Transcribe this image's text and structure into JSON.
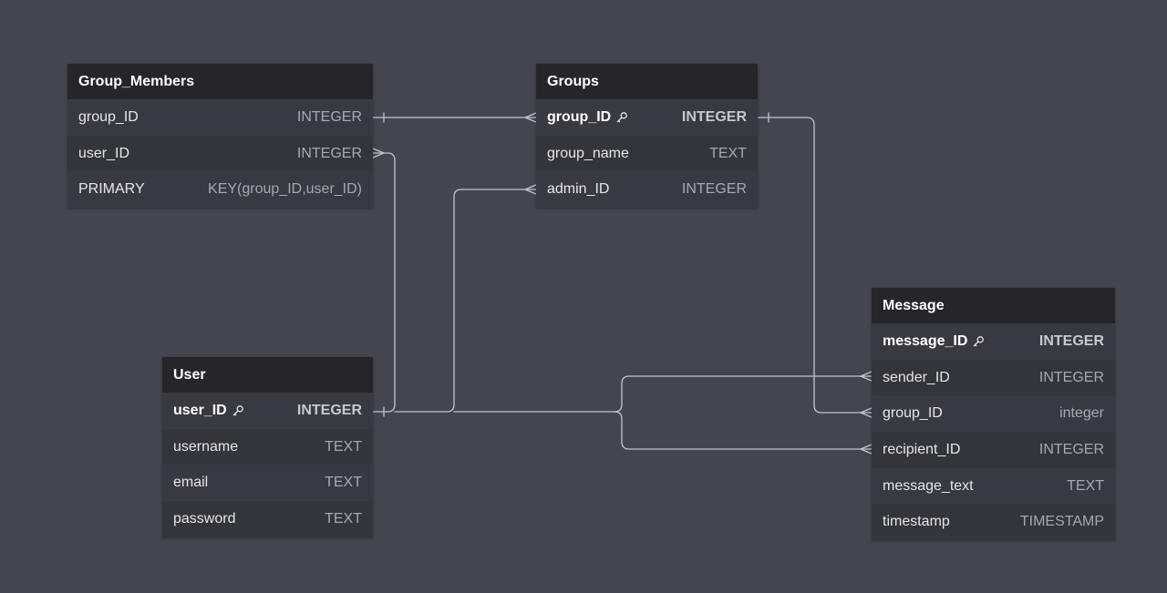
{
  "entities": {
    "group_members": {
      "title": "Group_Members",
      "fields": [
        {
          "name": "group_ID",
          "type": "INTEGER"
        },
        {
          "name": "user_ID",
          "type": "INTEGER"
        },
        {
          "name": "PRIMARY",
          "type": "KEY(group_ID,user_ID)"
        }
      ]
    },
    "groups": {
      "title": "Groups",
      "fields": [
        {
          "name": "group_ID",
          "type": "INTEGER",
          "key_icon": "key-icon"
        },
        {
          "name": "group_name",
          "type": "TEXT"
        },
        {
          "name": "admin_ID",
          "type": "INTEGER"
        }
      ]
    },
    "user": {
      "title": "User",
      "fields": [
        {
          "name": "user_ID",
          "type": "INTEGER",
          "key_icon": "key-icon"
        },
        {
          "name": "username",
          "type": "TEXT"
        },
        {
          "name": "email",
          "type": "TEXT"
        },
        {
          "name": "password",
          "type": "TEXT"
        }
      ]
    },
    "message": {
      "title": "Message",
      "fields": [
        {
          "name": "message_ID",
          "type": "INTEGER",
          "key_icon": "key-icon"
        },
        {
          "name": "sender_ID",
          "type": "INTEGER"
        },
        {
          "name": "group_ID",
          "type": "integer"
        },
        {
          "name": "recipient_ID",
          "type": "INTEGER"
        },
        {
          "name": "message_text",
          "type": "TEXT"
        },
        {
          "name": "timestamp",
          "type": "TIMESTAMP"
        }
      ]
    }
  },
  "colors": {
    "background": "#45454f",
    "header": "#25252a",
    "body": "#393941",
    "connector": "#c4c4cc"
  }
}
